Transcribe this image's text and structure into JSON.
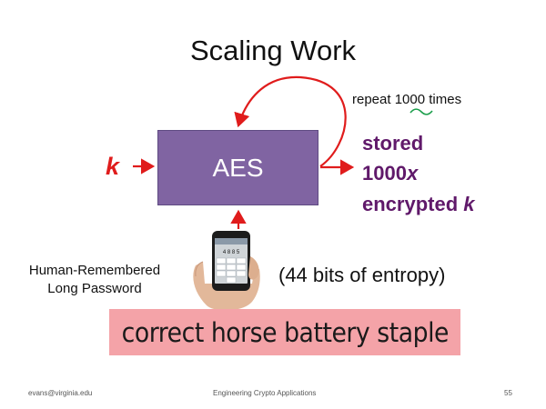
{
  "slide": {
    "title": "Scaling Work",
    "aes_label": "AES",
    "input_k": "k",
    "repeat": {
      "prefix": "repeat ",
      "number": "1000",
      "suffix": " times"
    },
    "stored": {
      "line1": "stored",
      "line2_number": "1000",
      "line2_var": "x",
      "line3_prefix": "encrypted ",
      "line3_var": "k"
    },
    "entropy": "(44 bits of entropy)",
    "password_label": {
      "line1": "Human-Remembered",
      "line2": "Long Password"
    },
    "password": "correct horse battery staple",
    "phone_display": "4 8 8 5"
  },
  "footer": {
    "left": "evans@virginia.edu",
    "center": "Engineering Crypto Applications",
    "page": "55"
  },
  "colors": {
    "aes_fill": "#8064a2",
    "arrow": "#e01c1c",
    "stored_text": "#60196a",
    "banner": "#f4a3a8",
    "squiggle": "#1b9e4b"
  }
}
